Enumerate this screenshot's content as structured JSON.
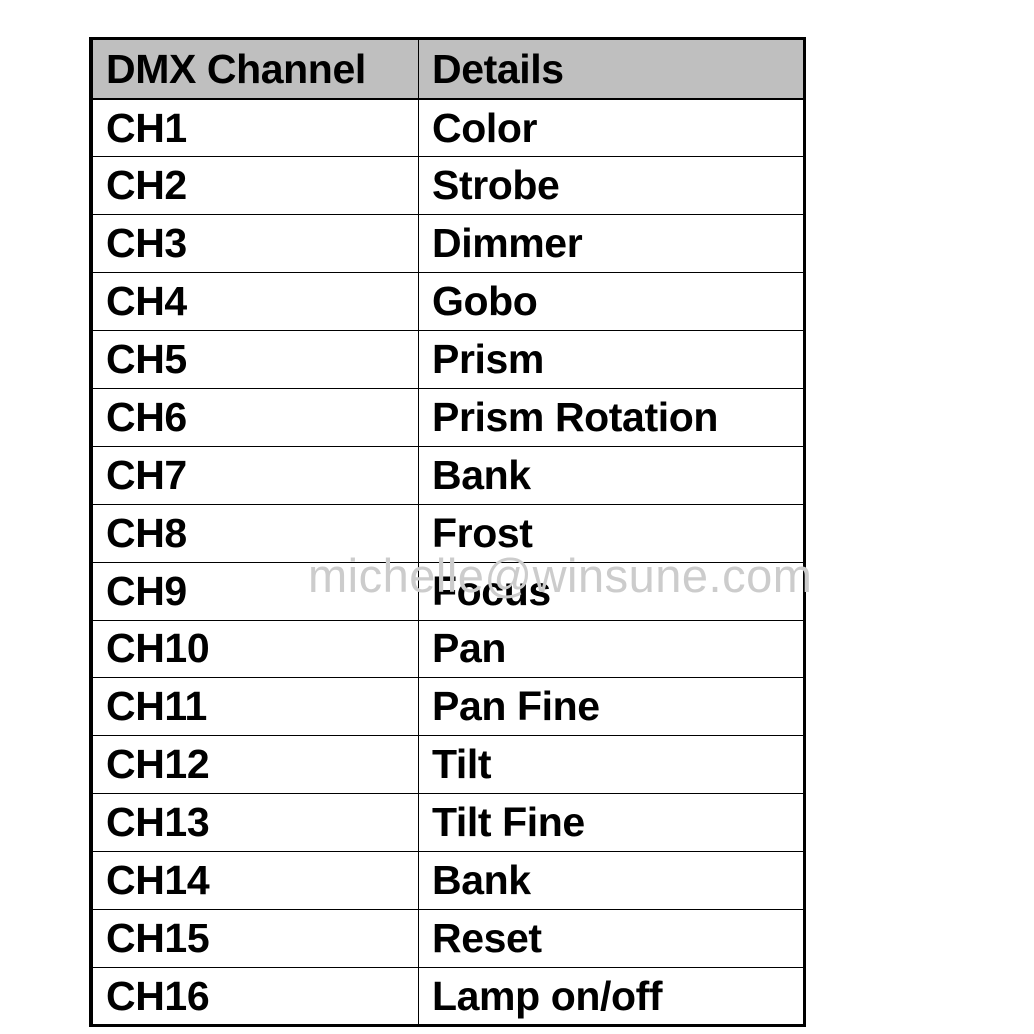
{
  "document": {
    "background_color": "#ffffff",
    "watermark": "michelle@winsune.com",
    "watermark_color": "#cccccc"
  },
  "table": {
    "header_background": "#bfbfbf",
    "border_color": "#000000",
    "headers": [
      "DMX Channel",
      "Details"
    ],
    "rows": [
      {
        "channel": "CH1",
        "details": "Color"
      },
      {
        "channel": "CH2",
        "details": "Strobe"
      },
      {
        "channel": "CH3",
        "details": "Dimmer"
      },
      {
        "channel": "CH4",
        "details": "Gobo"
      },
      {
        "channel": "CH5",
        "details": "Prism"
      },
      {
        "channel": "CH6",
        "details": "Prism Rotation"
      },
      {
        "channel": "CH7",
        "details": "Bank"
      },
      {
        "channel": "CH8",
        "details": "Frost"
      },
      {
        "channel": "CH9",
        "details": "Focus"
      },
      {
        "channel": "CH10",
        "details": "Pan"
      },
      {
        "channel": "CH11",
        "details": "Pan Fine"
      },
      {
        "channel": "CH12",
        "details": "Tilt"
      },
      {
        "channel": "CH13",
        "details": "Tilt Fine"
      },
      {
        "channel": "CH14",
        "details": "Bank"
      },
      {
        "channel": "CH15",
        "details": "Reset"
      },
      {
        "channel": "CH16",
        "details": "Lamp on/off"
      }
    ]
  }
}
